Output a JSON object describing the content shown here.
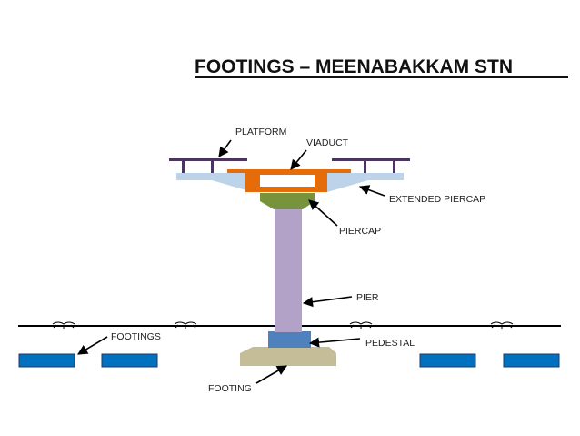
{
  "title": "FOOTINGS – MEENABAKKAM STN",
  "labels": {
    "platform": "PLATFORM",
    "viaduct": "VIADUCT",
    "extended_piercap": "EXTENDED PIERCAP",
    "piercap": "PIERCAP",
    "pier": "PIER",
    "footings": "FOOTINGS",
    "pedestal": "PEDESTAL",
    "footing": "FOOTING"
  },
  "colors": {
    "platform": "#4b3560",
    "extended_piercap": "#bcd3ea",
    "viaduct": "#e46c0a",
    "piercap": "#77933c",
    "pier": "#b3a2c7",
    "pedestal": "#4f81bd",
    "footing": "#c4bd97",
    "footing_blocks": "#0070c0",
    "ground": "#000000"
  }
}
